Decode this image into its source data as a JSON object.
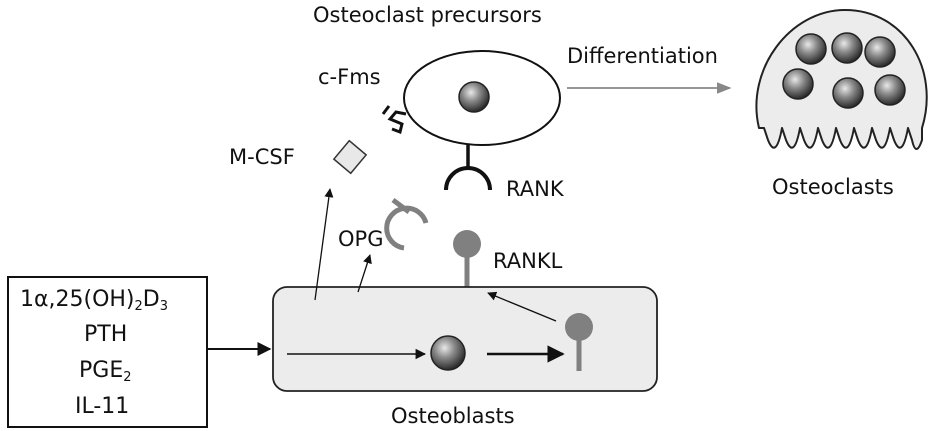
{
  "labels": {
    "precursors": "Osteoclast precursors",
    "differentiation": "Differentiation",
    "osteoclasts": "Osteoclasts",
    "cfms": "c-Fms",
    "mcsf": "M-CSF",
    "rank": "RANK",
    "rankl": "RANKL",
    "opg": "OPG",
    "osteoblasts": "Osteoblasts"
  },
  "factors": {
    "f1_main": "1α,25(OH)",
    "f1_sub": "2",
    "f1_main2": "D",
    "f1_sub2": "3",
    "f2": "PTH",
    "f3_main": "PGE",
    "f3_sub": "2",
    "f4": "IL-11"
  },
  "colors": {
    "cell_fill": "#ececec",
    "receptor_black": "#111111",
    "receptor_gray": "#808080",
    "arrow_gray": "#888888"
  }
}
